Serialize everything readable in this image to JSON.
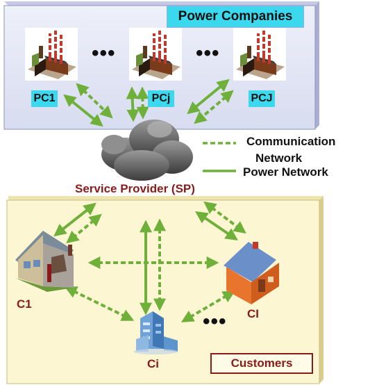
{
  "power_companies": {
    "title": "Power Companies",
    "labels": [
      "PC1",
      "PCj",
      "PCJ"
    ],
    "ellipsis": "•••"
  },
  "service_provider": {
    "label": "Service Provider (SP)"
  },
  "legend": {
    "communication": "Communication",
    "network": "Network",
    "power": "Power Network"
  },
  "customers": {
    "title": "Customers",
    "labels": [
      "C1",
      "Ci",
      "CI"
    ],
    "ellipsis": "•••"
  },
  "colors": {
    "arrow_green": "#6fb03a",
    "pc_panel": "#dfe3f3",
    "customer_panel": "#fdf6d2",
    "label_cyan": "#3cd8ee",
    "label_red": "#8b1a1a"
  }
}
